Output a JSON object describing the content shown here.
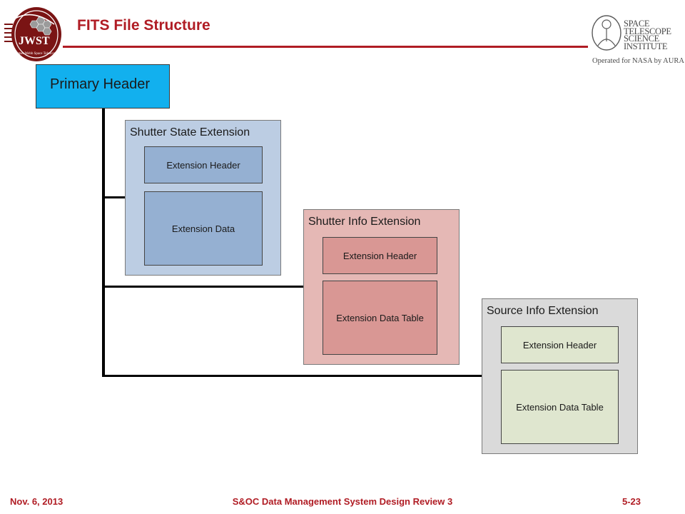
{
  "header": {
    "title": "FITS File Structure",
    "jwst_logo": {
      "label": "JWST",
      "caption": "James Webb Space Telescope"
    },
    "stsci_logo": {
      "lines": [
        "SPACE",
        "TELESCOPE",
        "SCIENCE",
        "INSTITUTE"
      ],
      "subtitle": "Operated for NASA by AURA"
    }
  },
  "diagram": {
    "primary": {
      "label": "Primary Header"
    },
    "extensions": [
      {
        "title": "Shutter State Extension",
        "header_label": "Extension Header",
        "data_label": "Extension Data",
        "color": "#bccde3"
      },
      {
        "title": "Shutter Info Extension",
        "header_label": "Extension Header",
        "data_label": "Extension Data Table",
        "color": "#e5b8b5"
      },
      {
        "title": "Source Info Extension",
        "header_label": "Extension Header",
        "data_label": "Extension Data Table",
        "color": "#dadada"
      }
    ]
  },
  "footer": {
    "date": "Nov. 6, 2013",
    "center": "S&OC Data Management System Design Review 3",
    "page": "5-23"
  },
  "colors": {
    "accent": "#b01c24",
    "primary_header": "#12b0ee"
  }
}
